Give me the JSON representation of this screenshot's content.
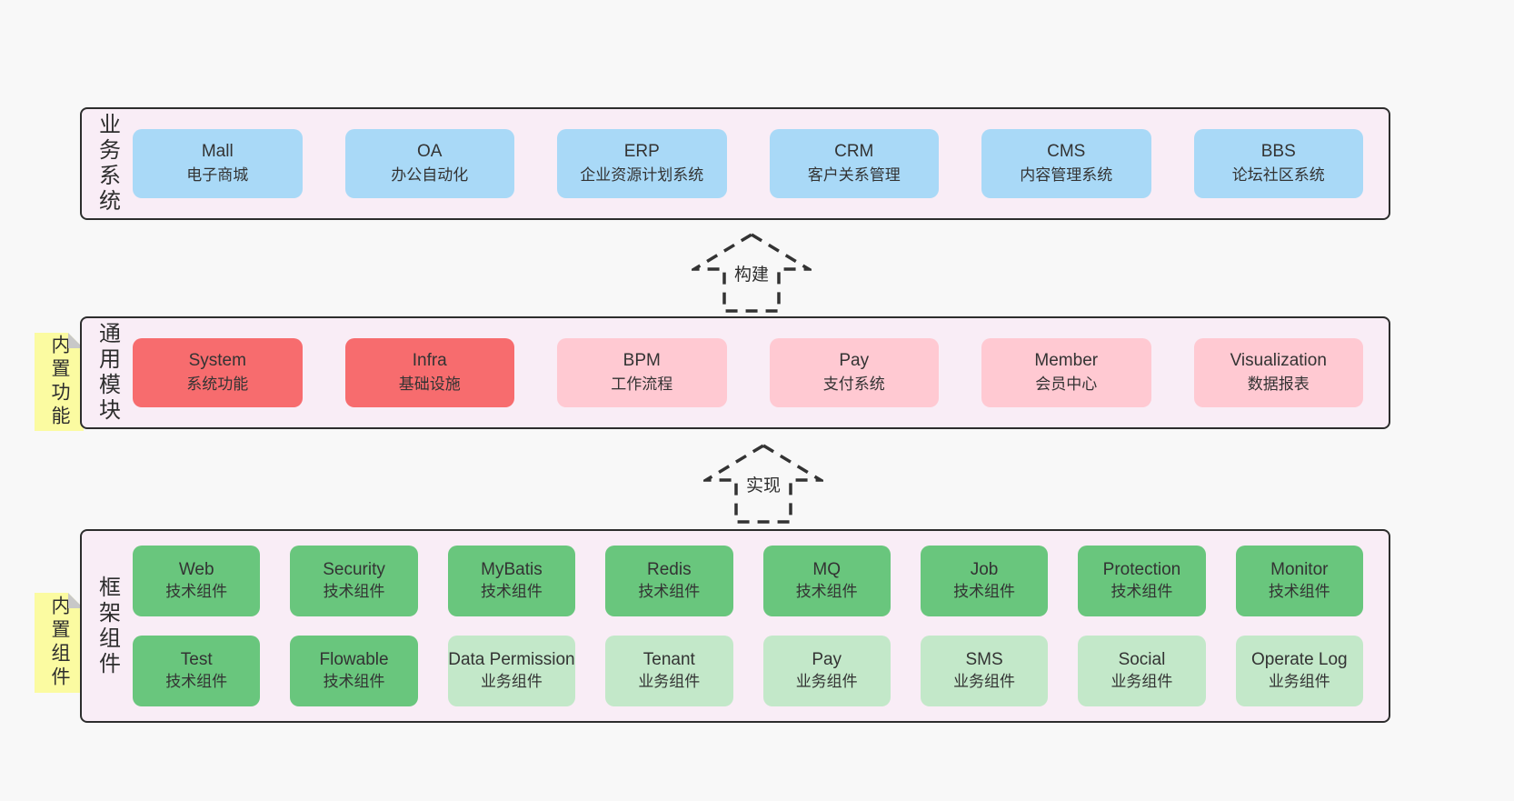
{
  "colors": {
    "page_bg": "#f8f8f8",
    "container_bg": "#f9edf6",
    "container_border": "#2d2d2d",
    "box_blue": "#a9d9f7",
    "box_red": "#f76c6e",
    "box_pink": "#ffc9d2",
    "box_green": "#69c67d",
    "box_light_green": "#c3e8c9",
    "note_yellow": "#fbfba1",
    "note_fold_gray": "#c8c8c8",
    "text": "#333333"
  },
  "arrows": [
    {
      "label": "构建"
    },
    {
      "label": "实现"
    }
  ],
  "layers": {
    "business": {
      "label": "业务系统",
      "boxes": [
        {
          "name": "Mall",
          "desc": "电子商城",
          "variant": "blue"
        },
        {
          "name": "OA",
          "desc": "办公自动化",
          "variant": "blue"
        },
        {
          "name": "ERP",
          "desc": "企业资源计划系统",
          "variant": "blue"
        },
        {
          "name": "CRM",
          "desc": "客户关系管理",
          "variant": "blue"
        },
        {
          "name": "CMS",
          "desc": "内容管理系统",
          "variant": "blue"
        },
        {
          "name": "BBS",
          "desc": "论坛社区系统",
          "variant": "blue"
        }
      ]
    },
    "modules": {
      "label": "通用模块",
      "note": "内置功能",
      "boxes": [
        {
          "name": "System",
          "desc": "系统功能",
          "variant": "red"
        },
        {
          "name": "Infra",
          "desc": "基础设施",
          "variant": "red"
        },
        {
          "name": "BPM",
          "desc": "工作流程",
          "variant": "pink"
        },
        {
          "name": "Pay",
          "desc": "支付系统",
          "variant": "pink"
        },
        {
          "name": "Member",
          "desc": "会员中心",
          "variant": "pink"
        },
        {
          "name": "Visualization",
          "desc": "数据报表",
          "variant": "pink"
        }
      ]
    },
    "components": {
      "label": "框架组件",
      "note": "内置组件",
      "row1": [
        {
          "name": "Web",
          "desc": "技术组件",
          "variant": "green"
        },
        {
          "name": "Security",
          "desc": "技术组件",
          "variant": "green"
        },
        {
          "name": "MyBatis",
          "desc": "技术组件",
          "variant": "green"
        },
        {
          "name": "Redis",
          "desc": "技术组件",
          "variant": "green"
        },
        {
          "name": "MQ",
          "desc": "技术组件",
          "variant": "green"
        },
        {
          "name": "Job",
          "desc": "技术组件",
          "variant": "green"
        },
        {
          "name": "Protection",
          "desc": "技术组件",
          "variant": "green"
        },
        {
          "name": "Monitor",
          "desc": "技术组件",
          "variant": "green"
        }
      ],
      "row2": [
        {
          "name": "Test",
          "desc": "技术组件",
          "variant": "green"
        },
        {
          "name": "Flowable",
          "desc": "技术组件",
          "variant": "green"
        },
        {
          "name": "Data Permission",
          "desc": "业务组件",
          "variant": "light_green"
        },
        {
          "name": "Tenant",
          "desc": "业务组件",
          "variant": "light_green"
        },
        {
          "name": "Pay",
          "desc": "业务组件",
          "variant": "light_green"
        },
        {
          "name": "SMS",
          "desc": "业务组件",
          "variant": "light_green"
        },
        {
          "name": "Social",
          "desc": "业务组件",
          "variant": "light_green"
        },
        {
          "name": "Operate Log",
          "desc": "业务组件",
          "variant": "light_green"
        }
      ]
    }
  }
}
